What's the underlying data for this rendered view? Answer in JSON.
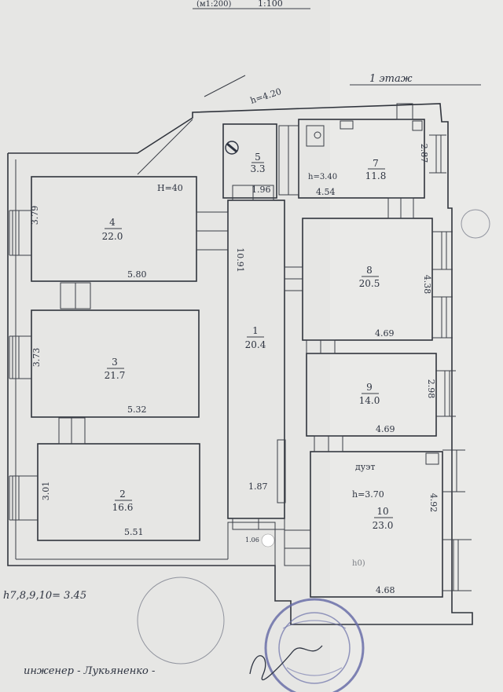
{
  "header": {
    "scale": "1:100",
    "scale_prefix": "(м1:200)",
    "floor_label": "1 этаж"
  },
  "annotations": {
    "height_top": "h=4.20",
    "height_room4": "H=40",
    "height_room7": "h=3.40",
    "height_room10": "h=3.70",
    "room10_mark": "дуэт",
    "room10_mark2": "h0)",
    "footer_note": "h7,8,9,10= 3.45",
    "signature": "инженер - Лукьяненко -",
    "corridor_door": "1.06"
  },
  "rooms": [
    {
      "num": "1",
      "area": "20.4",
      "dims": [
        "10.91",
        "1.87"
      ]
    },
    {
      "num": "2",
      "area": "16.6",
      "dims": [
        "3.01",
        "5.51"
      ]
    },
    {
      "num": "3",
      "area": "21.7",
      "dims": [
        "3.73",
        "5.32"
      ]
    },
    {
      "num": "4",
      "area": "22.0",
      "dims": [
        "3.79",
        "5.80"
      ]
    },
    {
      "num": "5",
      "area": "3.3",
      "dims": [
        "1.96"
      ]
    },
    {
      "num": "7",
      "area": "11.8",
      "dims": [
        "4.54",
        "2.87"
      ]
    },
    {
      "num": "8",
      "area": "20.5",
      "dims": [
        "4.38",
        "4.69"
      ]
    },
    {
      "num": "9",
      "area": "14.0",
      "dims": [
        "2.98",
        "4.69"
      ]
    },
    {
      "num": "10",
      "area": "23.0",
      "dims": [
        "4.92",
        "4.68"
      ]
    }
  ],
  "colors": {
    "paper": "#e6e6e4",
    "ink": "#2d3340",
    "stamp": "#6a6fa8"
  }
}
